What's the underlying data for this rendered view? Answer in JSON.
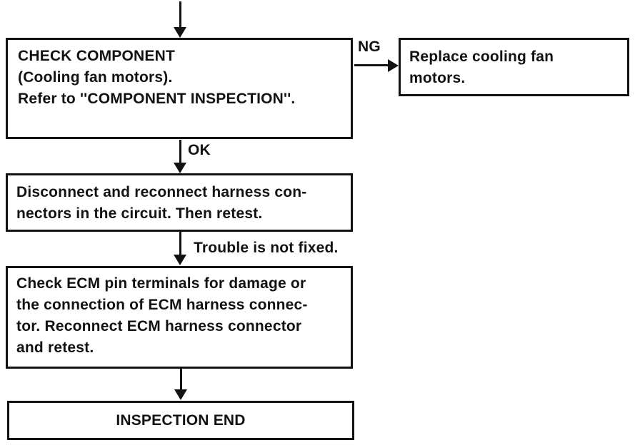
{
  "page": {
    "background_color": "#ffffff",
    "line_color": "#121212"
  },
  "flowchart": {
    "nodes": {
      "check_component": {
        "lines": [
          "CHECK COMPONENT",
          "(Cooling fan motors).",
          "Refer to ''COMPONENT INSPECTION''."
        ]
      },
      "replace_motors": {
        "lines": [
          "Replace cooling fan",
          "motors."
        ]
      },
      "reconnect_harness": {
        "lines": [
          "Disconnect and reconnect harness con-",
          "nectors in the circuit. Then retest."
        ]
      },
      "check_ecm": {
        "lines": [
          "Check ECM pin terminals for damage or",
          "the connection of ECM harness connec-",
          "tor. Reconnect ECM harness connector",
          "and retest."
        ]
      },
      "inspection_end": {
        "lines": [
          "INSPECTION END"
        ]
      }
    },
    "edge_labels": {
      "ng": "NG",
      "ok": "OK",
      "trouble_not_fixed": "Trouble is not fixed."
    }
  }
}
